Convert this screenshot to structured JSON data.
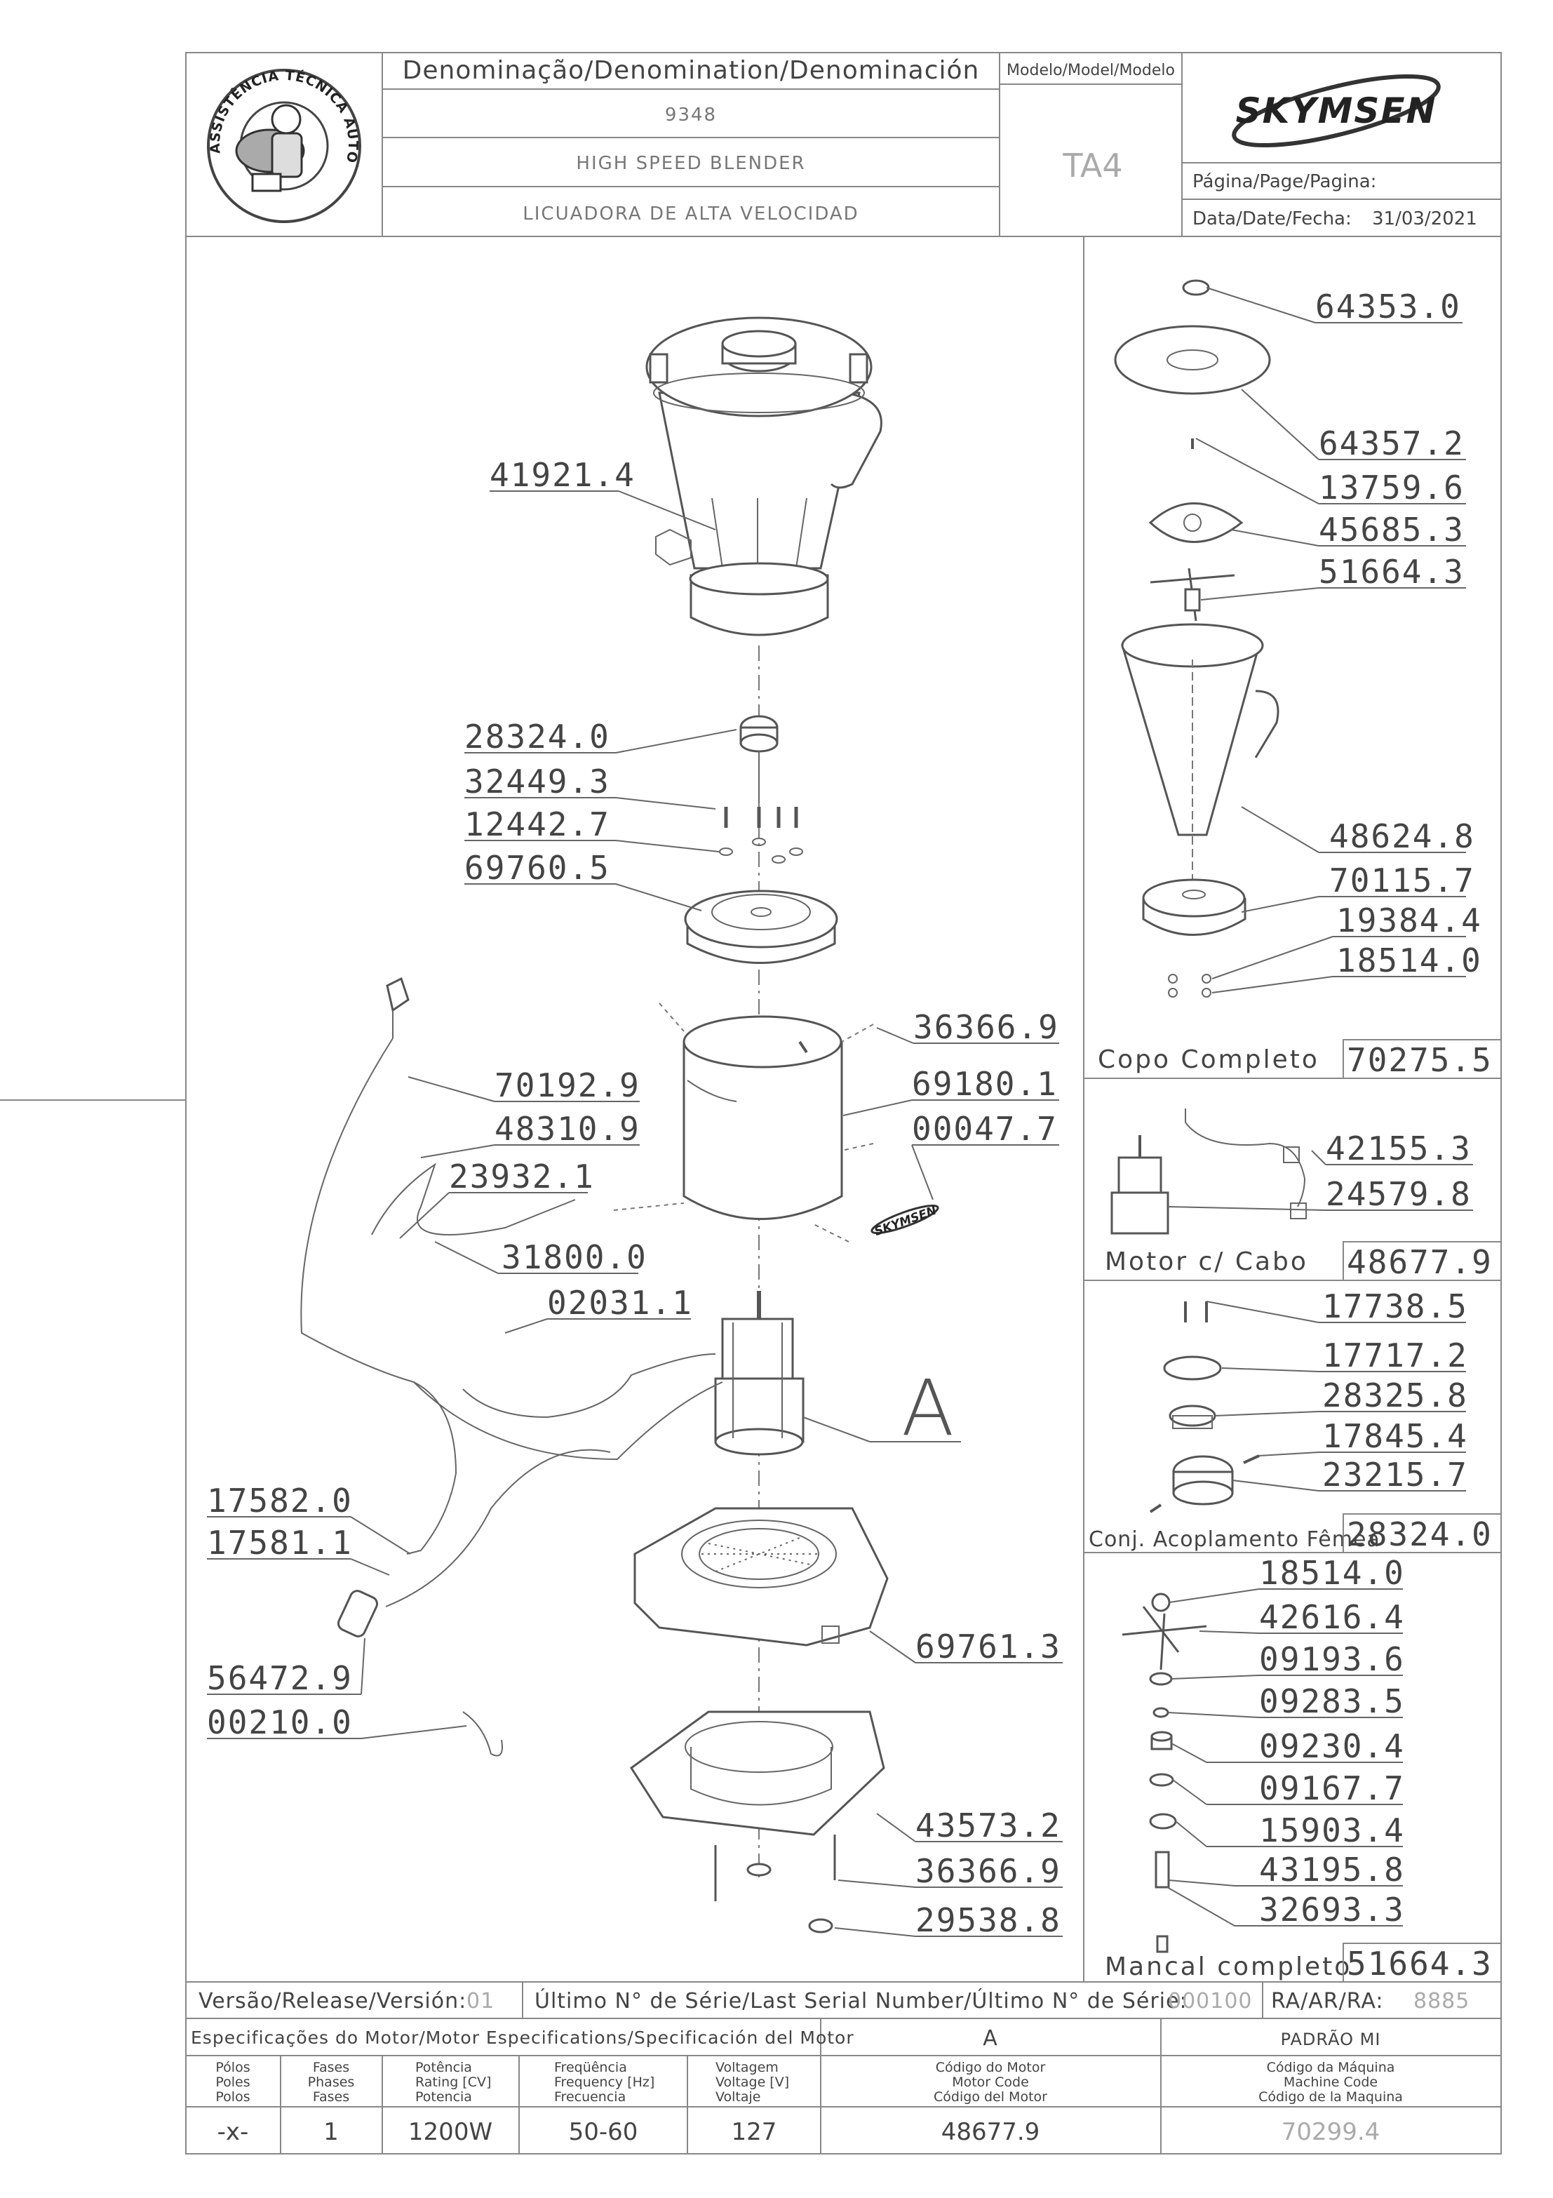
{
  "header": {
    "denomination_label": "Denominação/Denomination/Denominación",
    "code": "9348",
    "name_en": "HIGH SPEED BLENDER",
    "name_es": "LICUADORA DE ALTA VELOCIDAD",
    "model_label": "Modelo/Model/Modelo",
    "model": "TA4",
    "brand": "SKYMSEN",
    "page_label": "Página/Page/Pagina:",
    "date_label": "Data/Date/Fecha:",
    "date": "31/03/2021",
    "seal_text": "ASSISTÊNCIA TÉCNICA AUTORIZADA"
  },
  "main_parts": {
    "p1": "41921.4",
    "p2": "28324.0",
    "p3": "32449.3",
    "p4": "12442.7",
    "p5": "69760.5",
    "p6": "36366.9",
    "p7": "69180.1",
    "p8": "00047.7",
    "p9": "70192.9",
    "p10": "48310.9",
    "p11": "23932.1",
    "p12": "31800.0",
    "p13": "02031.1",
    "p14": "A",
    "p15": "17582.0",
    "p16": "17581.1",
    "p17": "56472.9",
    "p18": "00210.0",
    "p19": "69761.3",
    "p20": "43573.2",
    "p21": "36366.9",
    "p22": "29538.8"
  },
  "copo": {
    "parts": [
      "64353.0",
      "64357.2",
      "13759.6",
      "45685.3",
      "51664.3",
      "48624.8",
      "70115.7",
      "19384.4",
      "18514.0"
    ],
    "title": "Copo Completo",
    "code": "70275.5"
  },
  "motor": {
    "parts": [
      "42155.3",
      "24579.8"
    ],
    "title": "Motor c/ Cabo",
    "code": "48677.9"
  },
  "acoplamento": {
    "parts": [
      "17738.5",
      "17717.2",
      "28325.8",
      "17845.4",
      "23215.7"
    ],
    "title": "Conj. Acoplamento Fêmea",
    "code": "28324.0"
  },
  "mancal": {
    "parts": [
      "18514.0",
      "42616.4",
      "09193.6",
      "09283.5",
      "09230.4",
      "09167.7",
      "15903.4",
      "43195.8",
      "32693.3"
    ],
    "title": "Mancal completo",
    "code": "51664.3"
  },
  "footer": {
    "version_label": "Versão/Release/Versión:",
    "version": "01",
    "serial_label": "Último N° de Série/Last Serial Number/Último N° de Série:",
    "serial": "000100",
    "ra_label": "RA/AR/RA:",
    "ra": "8885",
    "spec_label": "Especificações do Motor/Motor Especifications/Specificación del Motor",
    "spec_col_a": "A",
    "padrao": "PADRÃO MI",
    "col_headers": [
      [
        "Pólos",
        "Poles",
        "Polos"
      ],
      [
        "Fases",
        "Phases",
        "Fases"
      ],
      [
        "Potência",
        "Rating [CV]",
        "Potencia"
      ],
      [
        "Freqüência",
        "Frequency [Hz]",
        "Frecuencia"
      ],
      [
        "Voltagem",
        "Voltage [V]",
        "Voltaje"
      ],
      [
        "Código do Motor",
        "Motor Code",
        "Código del Motor"
      ],
      [
        "Código da Máquina",
        "Machine Code",
        "Código de la Maquina"
      ]
    ],
    "values": [
      "-x-",
      "1",
      "1200W",
      "50-60",
      "127",
      "48677.9",
      "70299.4"
    ]
  }
}
